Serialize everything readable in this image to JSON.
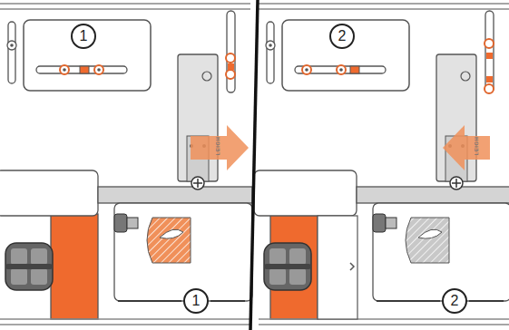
{
  "diagram": {
    "nodes": [
      {
        "text": [
          "1"
        ]
      },
      {
        "text": [
          "2"
        ]
      },
      {
        "text": [
          "1"
        ]
      },
      {
        "text": [
          "2"
        ]
      }
    ],
    "labels": [
      "LEIGH",
      "LEIGH"
    ]
  }
}
